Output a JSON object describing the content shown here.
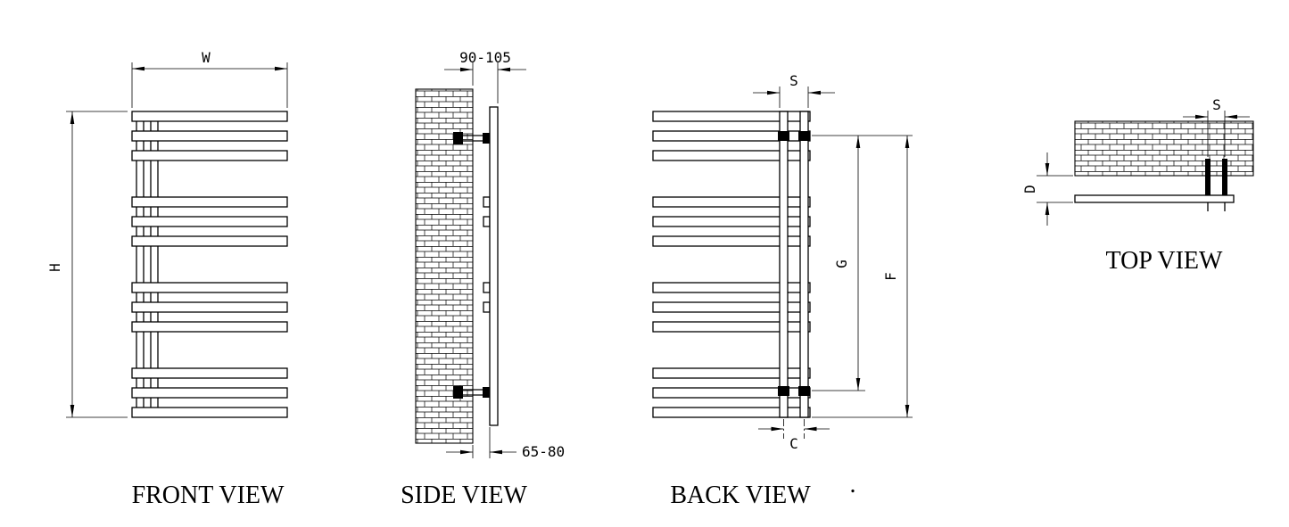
{
  "drawing": {
    "type": "technical-drawing",
    "subject": "wall-mounted flat-panel towel radiator, four views with mounting dimensions",
    "colors": {
      "line": "#000000",
      "background": "#ffffff"
    },
    "views": {
      "front": {
        "title": "FRONT VIEW",
        "dim_width": "W",
        "dim_height": "H"
      },
      "side": {
        "title": "SIDE VIEW",
        "dim_wall_offset": "90-105",
        "dim_bracket_depth": "65-80"
      },
      "back": {
        "title": "BACK VIEW",
        "dim_rail_span_top": "S",
        "dim_bracket_span": "G",
        "dim_overall_span": "F",
        "dim_rail_span_bottom": "C"
      },
      "top": {
        "title": "TOP VIEW",
        "dim_rail_span": "S",
        "dim_depth": "D"
      }
    },
    "artifacts": {
      "stray_dot": "."
    }
  }
}
